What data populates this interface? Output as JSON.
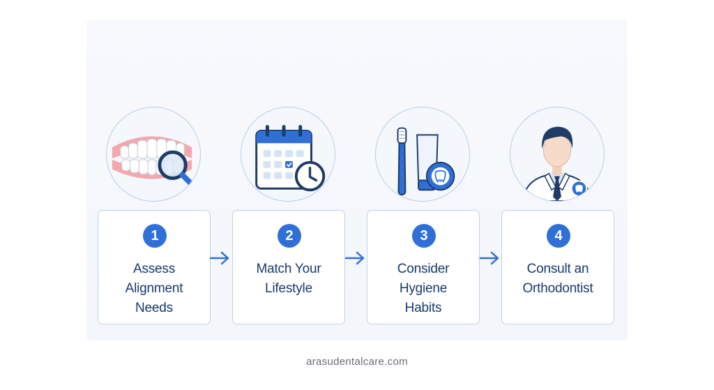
{
  "colors": {
    "accent": "#2f6fd6",
    "text": "#173a6e",
    "border": "#bcd1ec"
  },
  "steps": [
    {
      "number": "1",
      "label": "Assess\nAlignment\nNeeds",
      "icon": "teeth-magnifier-icon"
    },
    {
      "number": "2",
      "label": "Match Your\nLifestyle",
      "icon": "calendar-clock-icon"
    },
    {
      "number": "3",
      "label": "Consider\nHygiene\nHabits",
      "icon": "toothbrush-floss-icon"
    },
    {
      "number": "4",
      "label": "Consult an\nOrthodontist",
      "icon": "dentist-icon"
    }
  ],
  "footer": {
    "site": "arasudentalcare.com"
  }
}
